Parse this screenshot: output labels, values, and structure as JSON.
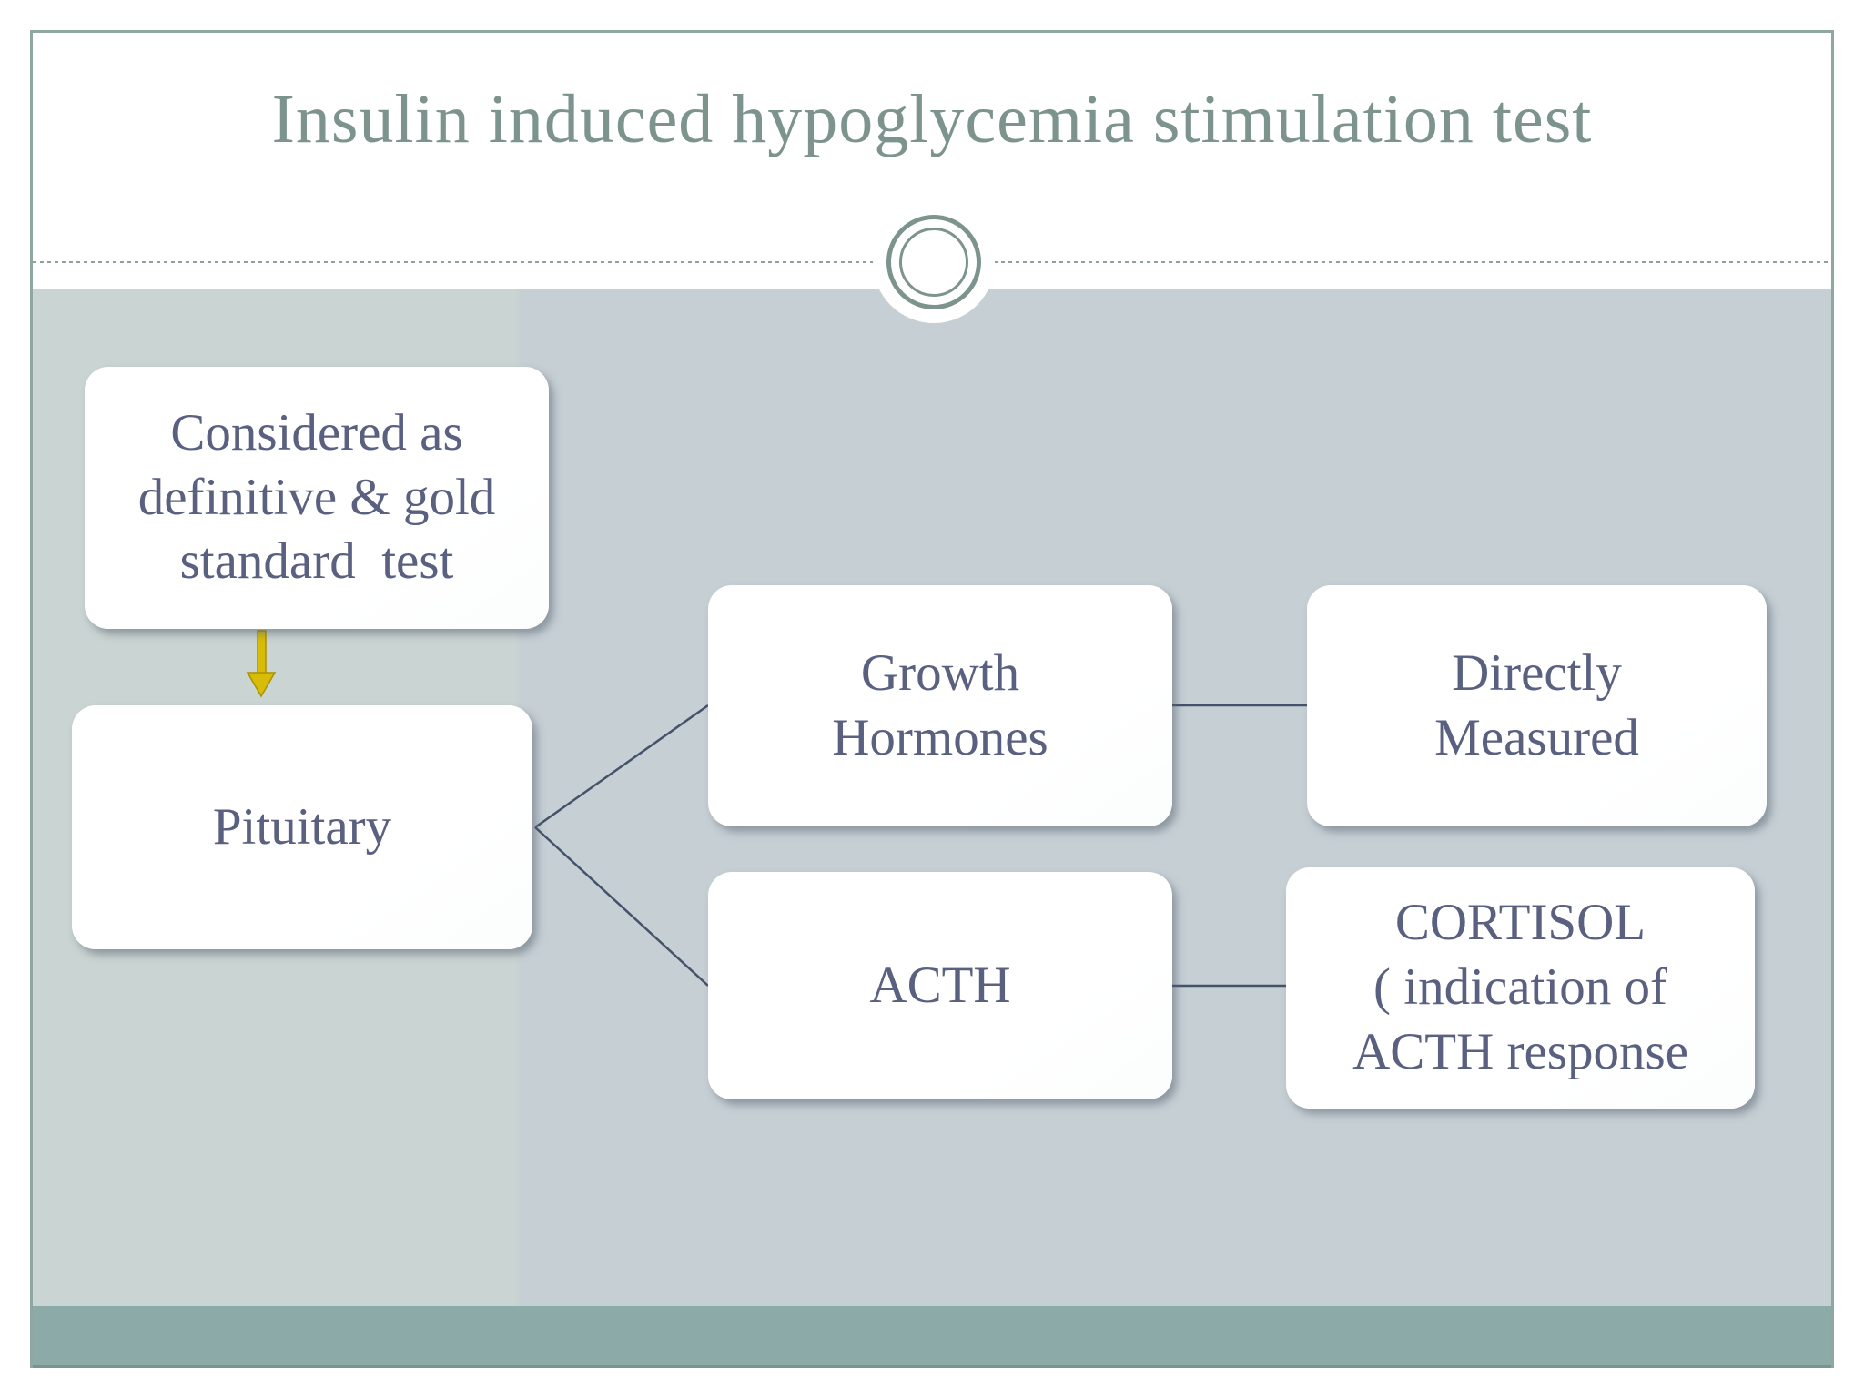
{
  "slide": {
    "title": "Insulin induced hypoglycemia stimulation test",
    "colors": {
      "title_text": "#7c938e",
      "slide_border": "#8fa6a1",
      "body_background_left": "#cad4d2",
      "body_background_right": "#c6cfd4",
      "footer_bar": "#8caaa7",
      "box_background": "#ffffff",
      "box_text": "#596080",
      "connector_line": "#44536a",
      "arrow": "#c9ad00",
      "ornament_ring": "#7c938e"
    },
    "ornaments": {
      "divider_circle": "double-ring-circle",
      "divider_line": "dashed-horizontal-line"
    },
    "diagram": {
      "note_box": {
        "label": "Considered as\ndefinitive & gold\nstandard  test"
      },
      "root_box": {
        "label": "Pituitary"
      },
      "branch_boxes": [
        {
          "label": "Growth\nHormones"
        },
        {
          "label": "ACTH"
        }
      ],
      "result_boxes": [
        {
          "label": "Directly\nMeasured"
        },
        {
          "label": "CORTISOL\n( indication of\nACTH response"
        }
      ]
    }
  }
}
